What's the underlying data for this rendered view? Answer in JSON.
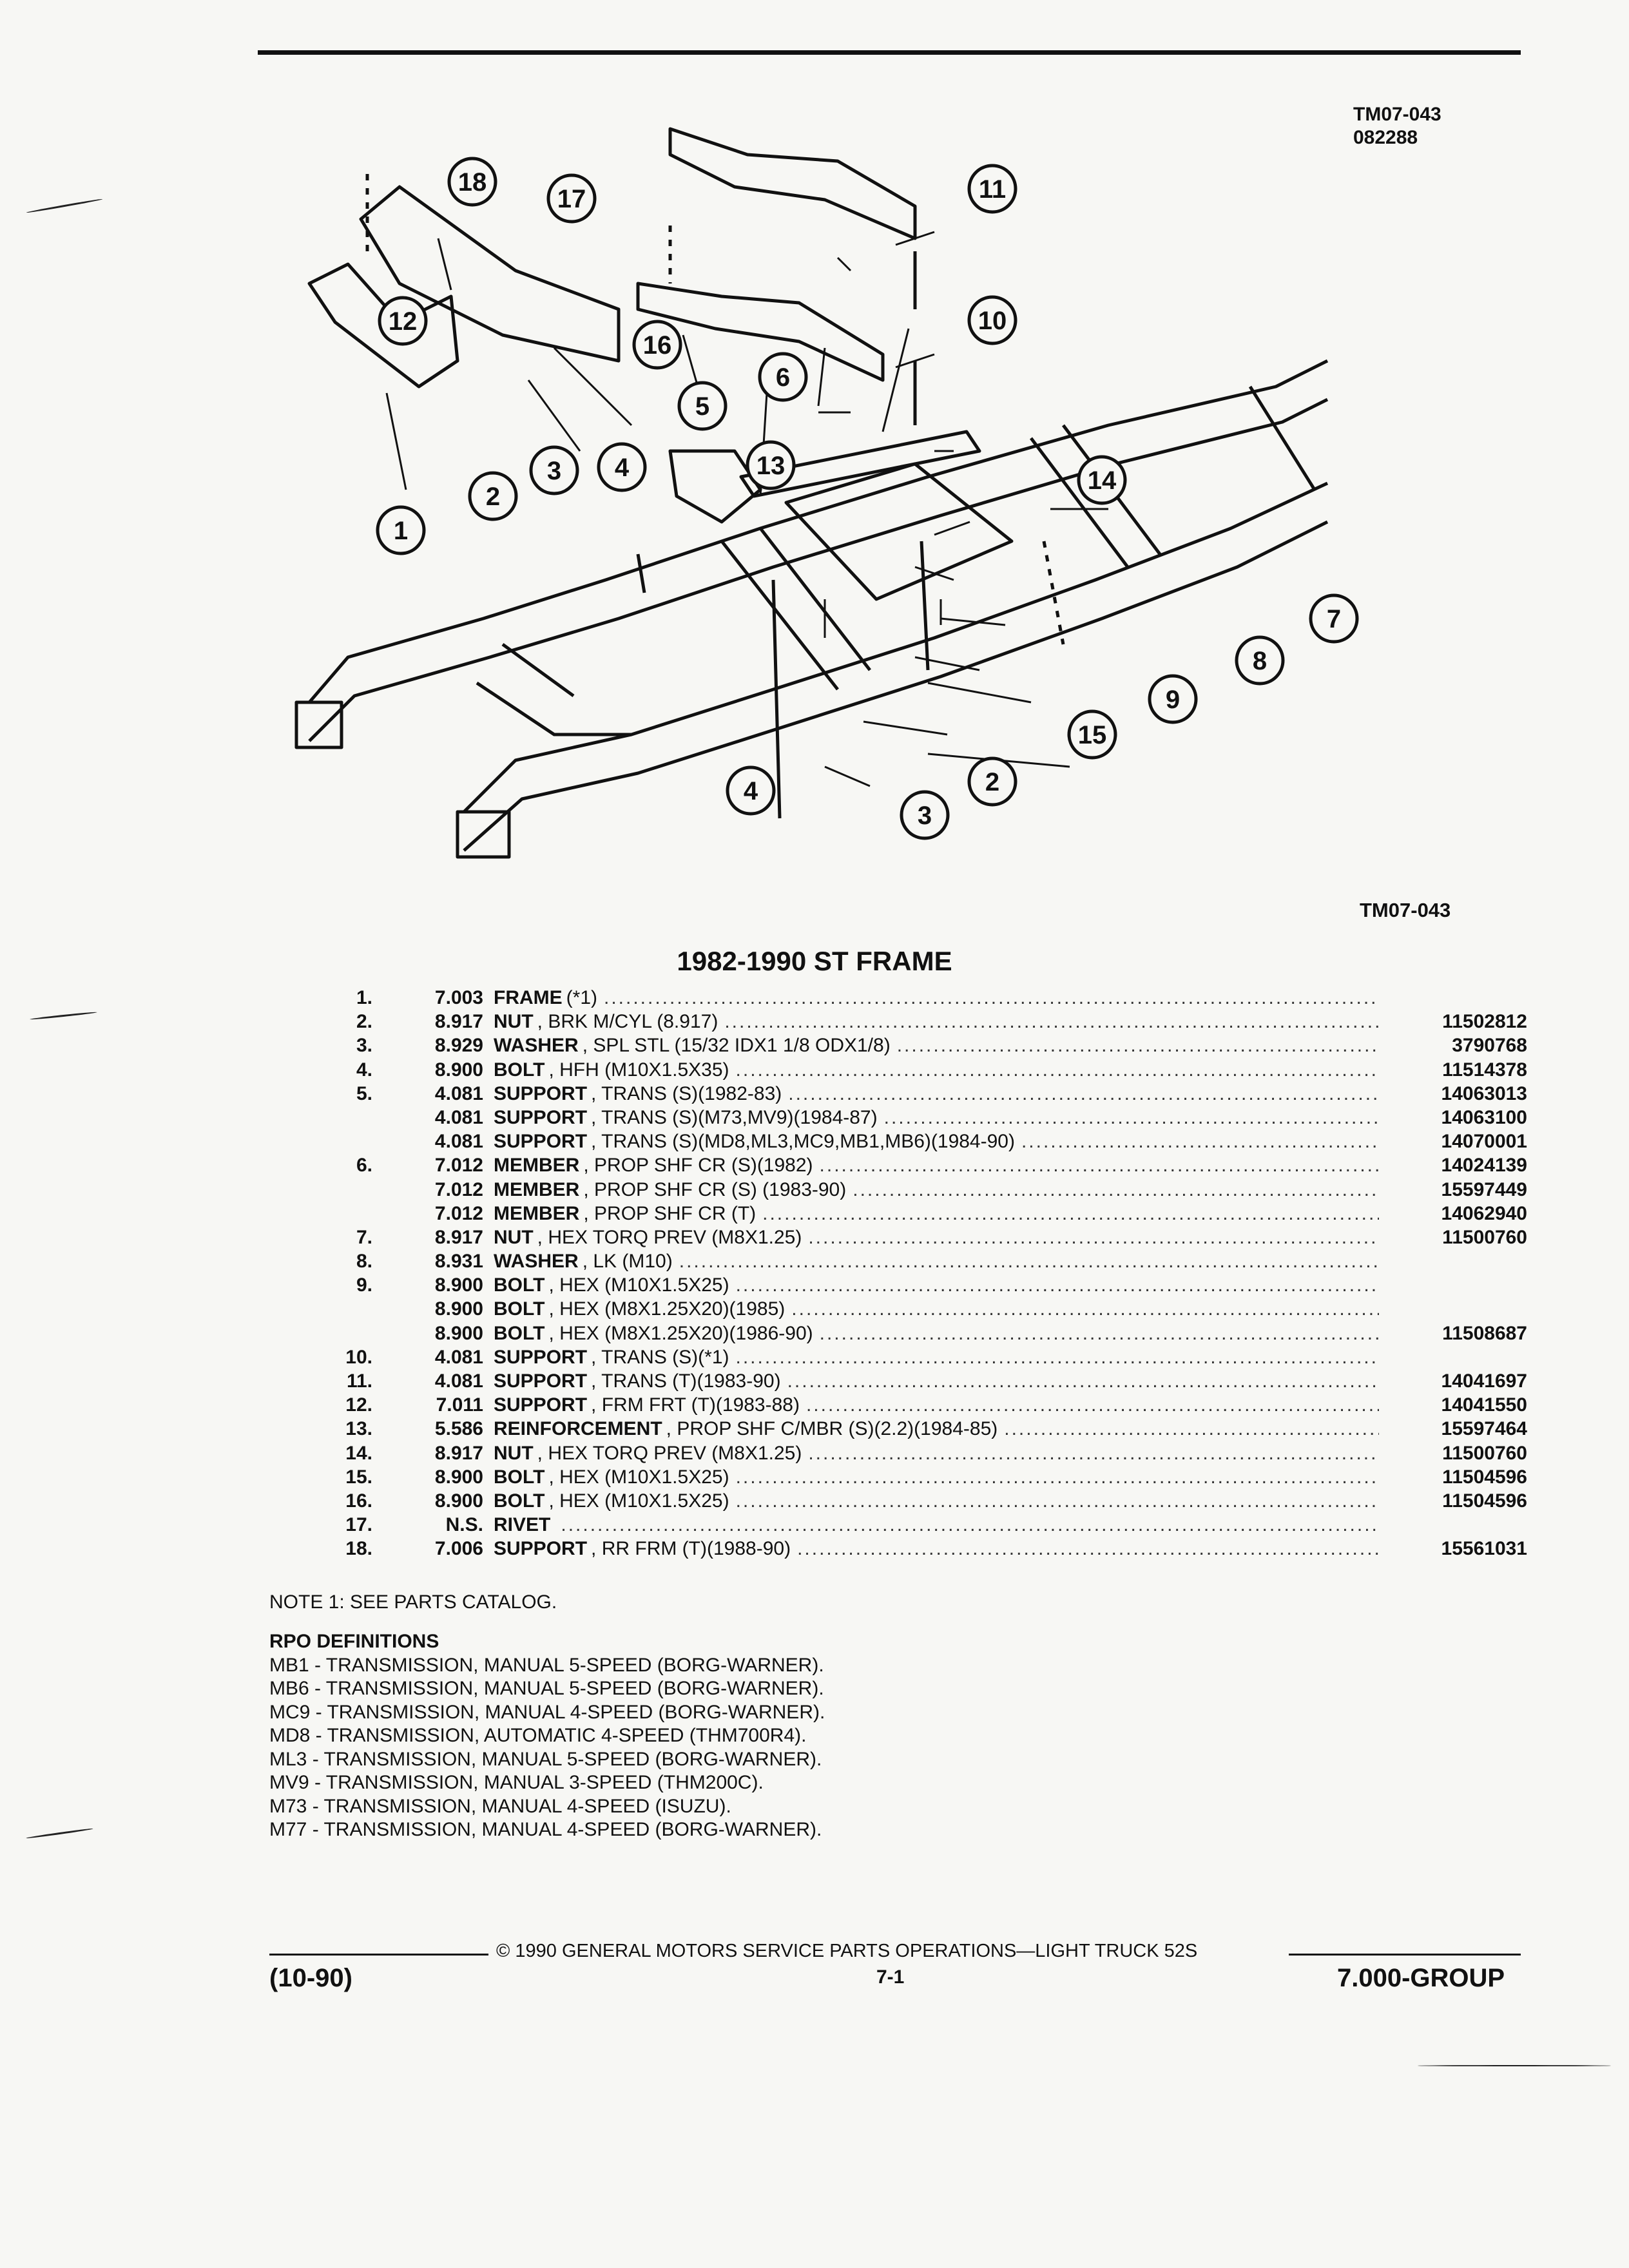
{
  "header": {
    "code": "TM07-043",
    "date_code": "082288"
  },
  "figure": {
    "caption": "TM07-043",
    "callouts": [
      "1",
      "2",
      "3",
      "4",
      "5",
      "6",
      "7",
      "8",
      "9",
      "10",
      "11",
      "12",
      "13",
      "14",
      "15",
      "16",
      "17",
      "18",
      "2",
      "3",
      "4"
    ]
  },
  "title": "1982-1990 ST FRAME",
  "parts": [
    {
      "num": "1.",
      "group": "7.003",
      "name": "FRAME",
      "desc": "(*1)",
      "pn": ""
    },
    {
      "num": "2.",
      "group": "8.917",
      "name": "NUT",
      "desc": ", BRK M/CYL (8.917)",
      "pn": "11502812"
    },
    {
      "num": "3.",
      "group": "8.929",
      "name": "WASHER",
      "desc": ", SPL STL (15/32 IDX1 1/8 ODX1/8)",
      "pn": "3790768"
    },
    {
      "num": "4.",
      "group": "8.900",
      "name": "BOLT",
      "desc": ", HFH (M10X1.5X35)",
      "pn": "11514378"
    },
    {
      "num": "5.",
      "group": "4.081",
      "name": "SUPPORT",
      "desc": ", TRANS (S)(1982-83)",
      "pn": "14063013"
    },
    {
      "num": "",
      "group": "4.081",
      "name": "SUPPORT",
      "desc": ", TRANS (S)(M73,MV9)(1984-87)",
      "pn": "14063100"
    },
    {
      "num": "",
      "group": "4.081",
      "name": "SUPPORT",
      "desc": ", TRANS (S)(MD8,ML3,MC9,MB1,MB6)(1984-90)",
      "pn": "14070001"
    },
    {
      "num": "6.",
      "group": "7.012",
      "name": "MEMBER",
      "desc": ", PROP SHF CR (S)(1982)",
      "pn": "14024139"
    },
    {
      "num": "",
      "group": "7.012",
      "name": "MEMBER",
      "desc": ", PROP SHF CR (S) (1983-90)",
      "pn": "15597449"
    },
    {
      "num": "",
      "group": "7.012",
      "name": "MEMBER",
      "desc": ", PROP SHF CR (T)",
      "pn": "14062940"
    },
    {
      "num": "7.",
      "group": "8.917",
      "name": "NUT",
      "desc": ", HEX TORQ PREV (M8X1.25)",
      "pn": "11500760"
    },
    {
      "num": "8.",
      "group": "8.931",
      "name": "WASHER",
      "desc": ", LK (M10)",
      "pn": ""
    },
    {
      "num": "9.",
      "group": "8.900",
      "name": "BOLT",
      "desc": ", HEX (M10X1.5X25)",
      "pn": ""
    },
    {
      "num": "",
      "group": "8.900",
      "name": "BOLT",
      "desc": ", HEX (M8X1.25X20)(1985)",
      "pn": ""
    },
    {
      "num": "",
      "group": "8.900",
      "name": "BOLT",
      "desc": ", HEX (M8X1.25X20)(1986-90)",
      "pn": "11508687"
    },
    {
      "num": "10.",
      "group": "4.081",
      "name": "SUPPORT",
      "desc": ", TRANS (S)(*1)",
      "pn": ""
    },
    {
      "num": "11.",
      "group": "4.081",
      "name": "SUPPORT",
      "desc": ", TRANS (T)(1983-90)",
      "pn": "14041697"
    },
    {
      "num": "12.",
      "group": "7.011",
      "name": "SUPPORT",
      "desc": ", FRM FRT (T)(1983-88)",
      "pn": "14041550"
    },
    {
      "num": "13.",
      "group": "5.586",
      "name": "REINFORCEMENT",
      "desc": ", PROP SHF C/MBR (S)(2.2)(1984-85)",
      "pn": "15597464"
    },
    {
      "num": "14.",
      "group": "8.917",
      "name": "NUT",
      "desc": ", HEX TORQ PREV (M8X1.25)",
      "pn": "11500760"
    },
    {
      "num": "15.",
      "group": "8.900",
      "name": "BOLT",
      "desc": ", HEX (M10X1.5X25)",
      "pn": "11504596"
    },
    {
      "num": "16.",
      "group": "8.900",
      "name": "BOLT",
      "desc": ", HEX (M10X1.5X25)",
      "pn": "11504596"
    },
    {
      "num": "17.",
      "group": "N.S.",
      "name": "RIVET",
      "desc": "",
      "pn": ""
    },
    {
      "num": "18.",
      "group": "7.006",
      "name": "SUPPORT",
      "desc": ", RR FRM (T)(1988-90)",
      "pn": "15561031"
    }
  ],
  "note": "NOTE 1: SEE PARTS CATALOG.",
  "rpo": {
    "heading": "RPO DEFINITIONS",
    "items": [
      "MB1 - TRANSMISSION, MANUAL 5-SPEED (BORG-WARNER).",
      "MB6 - TRANSMISSION, MANUAL 5-SPEED (BORG-WARNER).",
      "MC9 - TRANSMISSION, MANUAL 4-SPEED (BORG-WARNER).",
      "MD8 - TRANSMISSION, AUTOMATIC 4-SPEED (THM700R4).",
      "ML3 - TRANSMISSION, MANUAL 5-SPEED (BORG-WARNER).",
      "MV9 - TRANSMISSION, MANUAL 3-SPEED (THM200C).",
      "M73 - TRANSMISSION, MANUAL 4-SPEED (ISUZU).",
      "M77 - TRANSMISSION, MANUAL 4-SPEED (BORG-WARNER)."
    ]
  },
  "footer": {
    "copyright": "© 1990 GENERAL MOTORS SERVICE PARTS OPERATIONS—LIGHT TRUCK 52S",
    "date": "(10-90)",
    "page": "7-1",
    "group": "7.000-GROUP"
  }
}
